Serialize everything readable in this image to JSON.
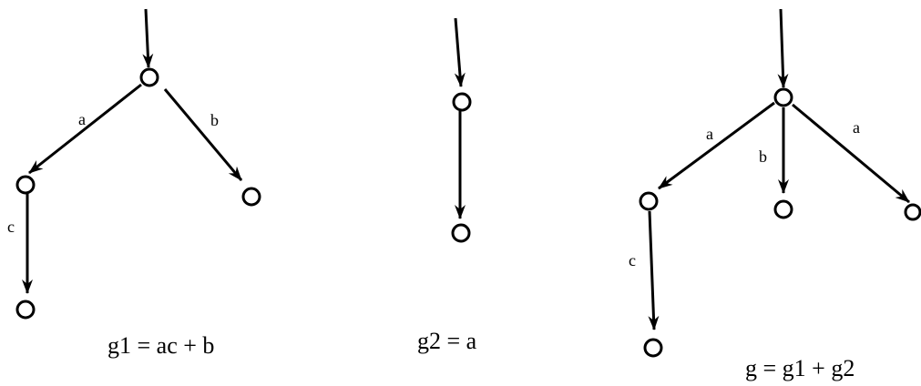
{
  "diagrams": [
    {
      "id": "g1",
      "caption": "g1 = ac + b",
      "edge_labels": [
        "a",
        "b",
        "c"
      ]
    },
    {
      "id": "g2",
      "caption": "g2 = a",
      "edge_labels": []
    },
    {
      "id": "g",
      "caption": "g = g1 + g2",
      "edge_labels": [
        "a",
        "b",
        "a",
        "c"
      ]
    }
  ],
  "colors": {
    "ink": "#000000",
    "background": "#ffffff"
  }
}
